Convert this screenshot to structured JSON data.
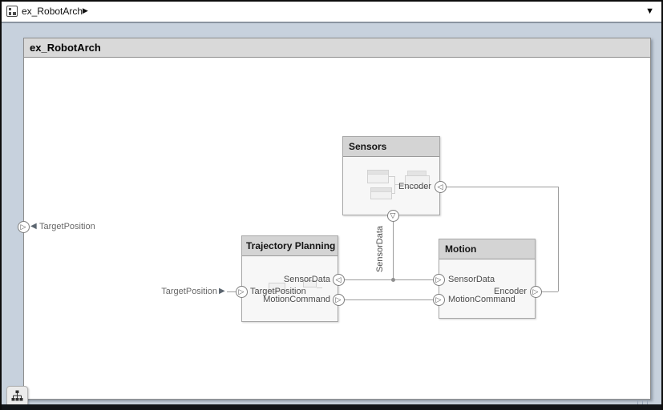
{
  "breadcrumb": {
    "title": "ex_RobotArch"
  },
  "canvas": {
    "title": "ex_RobotArch"
  },
  "blocks": {
    "sensors": {
      "title": "Sensors",
      "encoder_label": "Encoder"
    },
    "trajectory_planning": {
      "title": "Trajectory Planning",
      "sensor_data_label": "SensorData",
      "target_position_label": "TargetPosition",
      "motion_command_label": "MotionCommand"
    },
    "motion": {
      "title": "Motion",
      "sensor_data_label": "SensorData",
      "encoder_label": "Encoder",
      "motion_command_label": "MotionCommand"
    }
  },
  "external_ports": {
    "target_position_root": "TargetPosition",
    "target_position_connector": "TargetPosition"
  },
  "signal_labels": {
    "sensor_data": "SensorData"
  },
  "glyphs": {
    "triangle_right": "▷",
    "triangle_left": "◁",
    "triangle_down": "▽",
    "filled_right": "▶",
    "filled_left": "◀",
    "breadcrumb_arrow": "▶",
    "dropdown_arrow": "▼"
  },
  "colors": {
    "workspace_bg": "#c7d1dd",
    "canvas_header_bg": "#d9d9d9",
    "block_header_bg": "#d4d4d4",
    "line": "#9c9c9c"
  }
}
